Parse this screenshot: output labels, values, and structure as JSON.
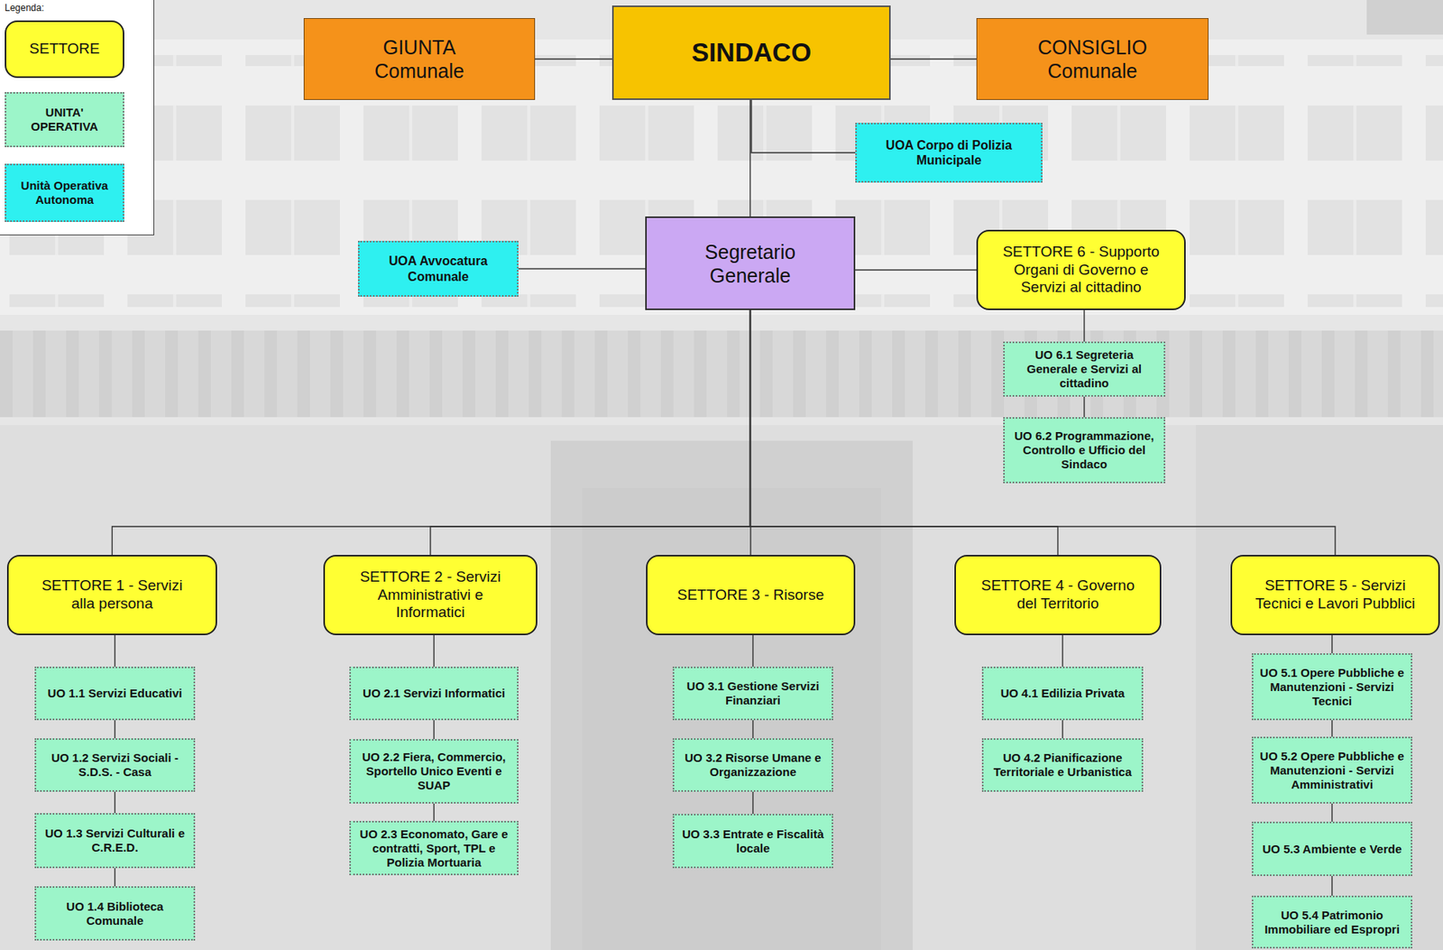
{
  "diagram": {
    "nodes": [
      {
        "text": [
          "GIUNTA Comunale"
        ]
      },
      {
        "text": [
          "SINDACO"
        ]
      },
      {
        "text": [
          "CONSIGLIO Comunale"
        ]
      },
      {
        "text": [
          "UOA Corpo di Polizia Municipale"
        ]
      },
      {
        "text": [
          "UOA Avvocatura Comunale"
        ]
      },
      {
        "text": [
          "Segretario Generale"
        ]
      },
      {
        "text": [
          "SETTORE 6 - Supporto Organi di Governo e Servizi al cittadino"
        ]
      },
      {
        "text": [
          "UO 6.1 Segreteria Generale e Servizi al cittadino"
        ]
      },
      {
        "text": [
          "UO 6.2 Programmazione, Controllo e Ufficio del Sindaco"
        ]
      },
      {
        "text": [
          "SETTORE 1 - Servizi alla persona"
        ]
      },
      {
        "text": [
          "SETTORE 2 - Servizi Amministrativi e Informatici"
        ]
      },
      {
        "text": [
          "SETTORE 3 - Risorse"
        ]
      },
      {
        "text": [
          "SETTORE 4 - Governo del Territorio"
        ]
      },
      {
        "text": [
          "SETTORE 5 - Servizi Tecnici e Lavori Pubblici"
        ]
      },
      {
        "text": [
          "UO 1.1 Servizi Educativi"
        ]
      },
      {
        "text": [
          "UO 1.2 Servizi Sociali - S.D.S. - Casa"
        ]
      },
      {
        "text": [
          "UO 1.3 Servizi Culturali e C.R.E.D."
        ]
      },
      {
        "text": [
          "UO 1.4 Biblioteca Comunale"
        ]
      },
      {
        "text": [
          "UO 2.1 Servizi Informatici"
        ]
      },
      {
        "text": [
          "UO 2.2 Fiera, Commercio, Sportello Unico Eventi e SUAP"
        ]
      },
      {
        "text": [
          "UO 2.3 Economato, Gare e contratti, Sport, TPL e Polizia Mortuaria"
        ]
      },
      {
        "text": [
          "UO 3.1 Gestione Servizi Finanziari"
        ]
      },
      {
        "text": [
          "UO 3.2 Risorse Umane e Organizzazione"
        ]
      },
      {
        "text": [
          "UO 3.3 Entrate e Fiscalità locale"
        ]
      },
      {
        "text": [
          "UO 4.1 Edilizia Privata"
        ]
      },
      {
        "text": [
          "UO 4.2 Pianificazione Territoriale e Urbanistica"
        ]
      },
      {
        "text": [
          "UO 5.1 Opere Pubbliche e Manutenzioni - Servizi Tecnici"
        ]
      },
      {
        "text": [
          "UO 5.2 Opere Pubbliche e Manutenzioni - Servizi Amministrativi"
        ]
      },
      {
        "text": [
          "UO 5.3 Ambiente e Verde"
        ]
      },
      {
        "text": [
          "UO 5.4 Patrimonio Immobiliare ed Espropri"
        ]
      }
    ],
    "edges": [
      {
        "from": 0,
        "to": 1,
        "arrow": "none"
      },
      {
        "from": 1,
        "to": 2,
        "arrow": "none"
      },
      {
        "from": 1,
        "to": 3,
        "arrow": "none"
      },
      {
        "from": 1,
        "to": 5,
        "arrow": "none"
      },
      {
        "from": 5,
        "to": 4,
        "arrow": "none"
      },
      {
        "from": 5,
        "to": 6,
        "arrow": "none"
      },
      {
        "from": 6,
        "to": 7,
        "arrow": "none"
      },
      {
        "from": 7,
        "to": 8,
        "arrow": "none"
      },
      {
        "from": 5,
        "to": 9,
        "arrow": "none"
      },
      {
        "from": 5,
        "to": 10,
        "arrow": "none"
      },
      {
        "from": 5,
        "to": 11,
        "arrow": "none"
      },
      {
        "from": 5,
        "to": 12,
        "arrow": "none"
      },
      {
        "from": 5,
        "to": 13,
        "arrow": "none"
      },
      {
        "from": 9,
        "to": 14,
        "arrow": "none"
      },
      {
        "from": 14,
        "to": 15,
        "arrow": "none"
      },
      {
        "from": 15,
        "to": 16,
        "arrow": "none"
      },
      {
        "from": 16,
        "to": 17,
        "arrow": "none"
      },
      {
        "from": 10,
        "to": 18,
        "arrow": "none"
      },
      {
        "from": 18,
        "to": 19,
        "arrow": "none"
      },
      {
        "from": 19,
        "to": 20,
        "arrow": "none"
      },
      {
        "from": 11,
        "to": 21,
        "arrow": "none"
      },
      {
        "from": 21,
        "to": 22,
        "arrow": "none"
      },
      {
        "from": 22,
        "to": 23,
        "arrow": "none"
      },
      {
        "from": 12,
        "to": 24,
        "arrow": "none"
      },
      {
        "from": 24,
        "to": 25,
        "arrow": "none"
      },
      {
        "from": 13,
        "to": 26,
        "arrow": "none"
      },
      {
        "from": 26,
        "to": 27,
        "arrow": "none"
      },
      {
        "from": 27,
        "to": 28,
        "arrow": "none"
      },
      {
        "from": 28,
        "to": 29,
        "arrow": "none"
      }
    ],
    "labels": [
      "Legenda:"
    ],
    "legend": [
      {
        "text": "SETTORE",
        "color": "#ffff33"
      },
      {
        "text": "UNITA' OPERATIVA",
        "color": "#9cf5c9"
      },
      {
        "text": "Unità Operativa Autonoma",
        "color": "#2ef0f0"
      }
    ]
  }
}
